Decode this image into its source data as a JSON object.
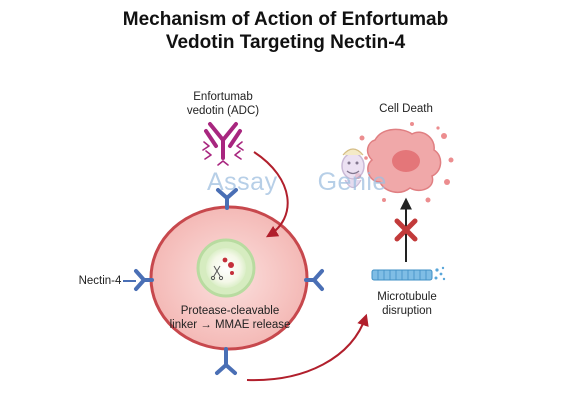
{
  "title": {
    "line1": "Mechanism of Action of Enfortumab",
    "line2": "Vedotin Targeting Nectin-4"
  },
  "labels": {
    "adc_line1": "Enfortumab",
    "adc_line2": "vedotin (ADC)",
    "cell_death": "Cell Death",
    "nectin4": "Nectin-4",
    "release_line1": "Protease-cleavable",
    "release_line2": "linker → MMAE release",
    "micro_line1": "Microtubule",
    "micro_line2": "disruption"
  },
  "watermark": {
    "part1": "Assay",
    "part2": "Genie"
  },
  "colors": {
    "antibody": "#a8267f",
    "receptor": "#4a6fb5",
    "cell_fill": "#f6c6c3",
    "cell_edge": "#c7484d",
    "arrow": "#b11f2c",
    "block_x": "#c23a3a",
    "microtubule": "#59a6d9",
    "dead_cell": "#ec8d8f"
  }
}
